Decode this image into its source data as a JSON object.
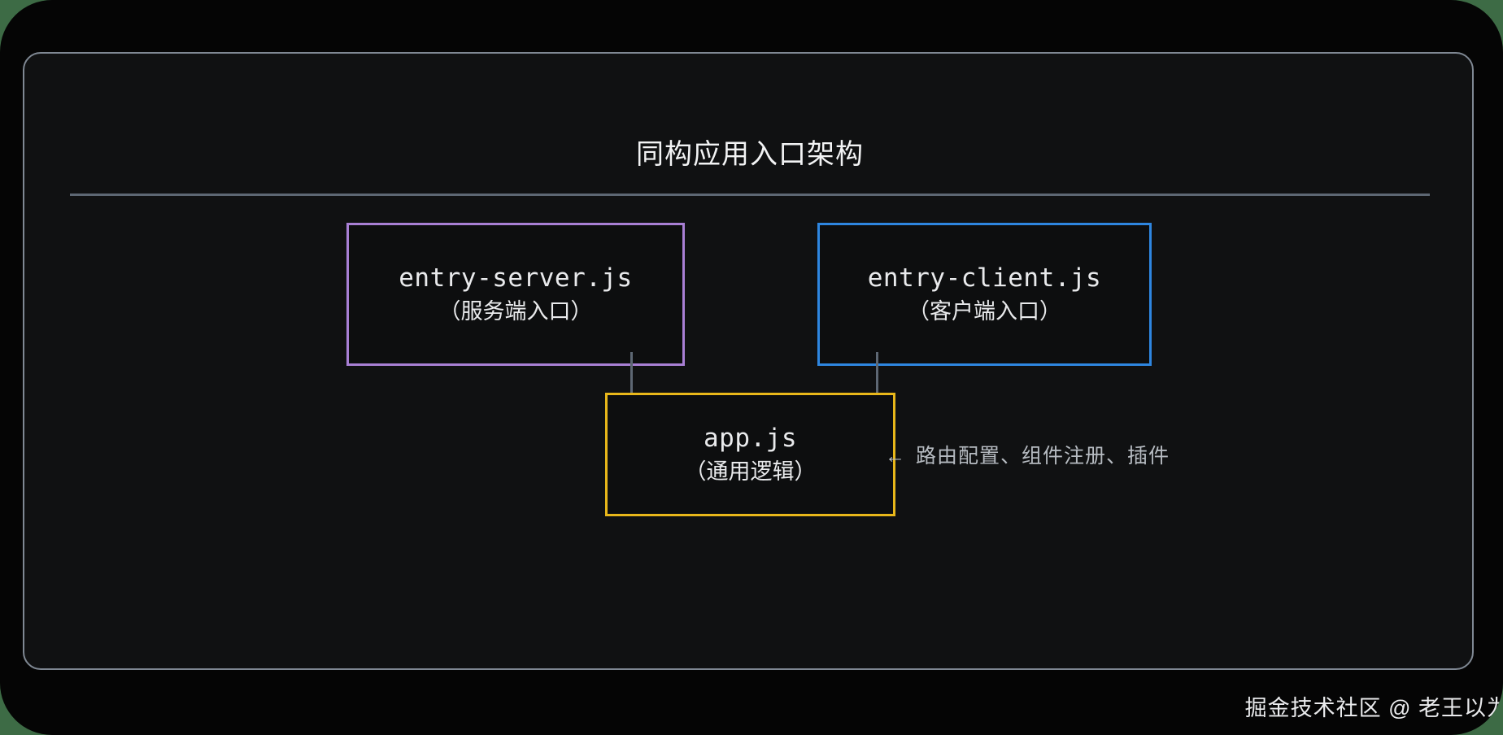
{
  "canvas": {
    "background_color": "#3d6b45",
    "plate_color": "#050505",
    "frame_border_color": "#7f8893",
    "frame_fill_color": "#101112"
  },
  "diagram": {
    "title": "同构应用入口架构",
    "divider_color": "#5d6773",
    "nodes": [
      {
        "id": "entry-server",
        "title": "entry-server.js",
        "subtitle": "（服务端入口）",
        "border_color": "#a87fd4"
      },
      {
        "id": "entry-client",
        "title": "entry-client.js",
        "subtitle": "（客户端入口）",
        "border_color": "#2e86e0"
      },
      {
        "id": "app",
        "title": "app.js",
        "subtitle": "（通用逻辑）",
        "border_color": "#e8b71a"
      }
    ],
    "connector": {
      "color": "#5d6773",
      "arrow_direction": "down"
    },
    "annotation": {
      "arrow_glyph": "←",
      "text": "路由配置、组件注册、插件"
    }
  },
  "footer": {
    "watermark": "掘金技术社区 @ 老王以为"
  }
}
